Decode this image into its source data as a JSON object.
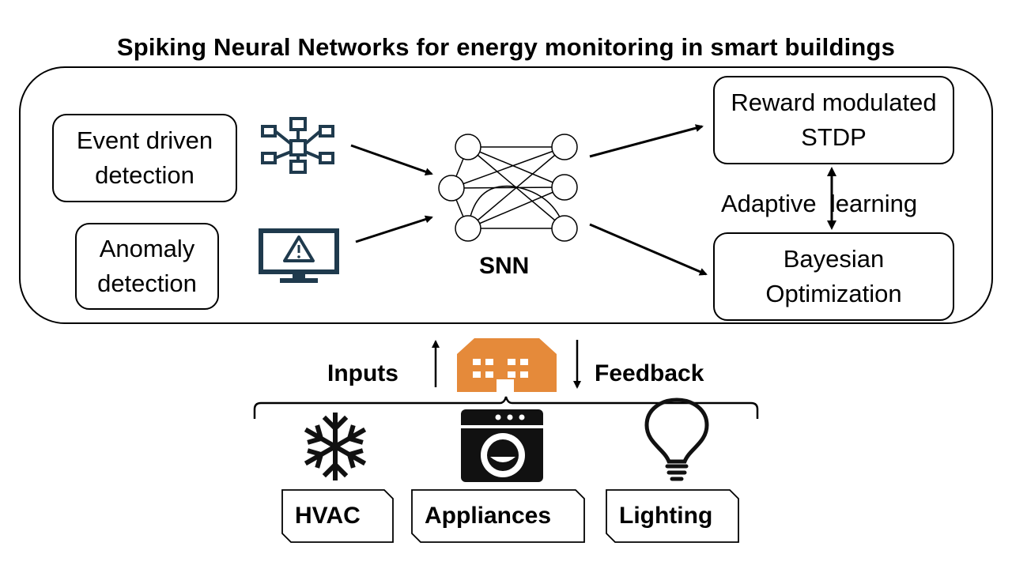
{
  "title": "Spiking Neural Networks for energy monitoring in smart buildings",
  "left_boxes": {
    "event": "Event driven detection",
    "anomaly": "Anomaly detection"
  },
  "center": {
    "snn_label": "SNN"
  },
  "right_boxes": {
    "reward": "Reward modulated STDP",
    "bayesian": "Bayesian Optimization"
  },
  "adaptive_label": "Adaptive  learning",
  "flow": {
    "inputs": "Inputs",
    "feedback": "Feedback"
  },
  "devices": [
    {
      "label": "HVAC",
      "icon": "snowflake-icon"
    },
    {
      "label": "Appliances",
      "icon": "washing-machine-icon"
    },
    {
      "label": "Lighting",
      "icon": "light-bulb-icon"
    }
  ],
  "colors": {
    "building": "#e58a3a",
    "icon_dark": "#1f3a4d"
  }
}
